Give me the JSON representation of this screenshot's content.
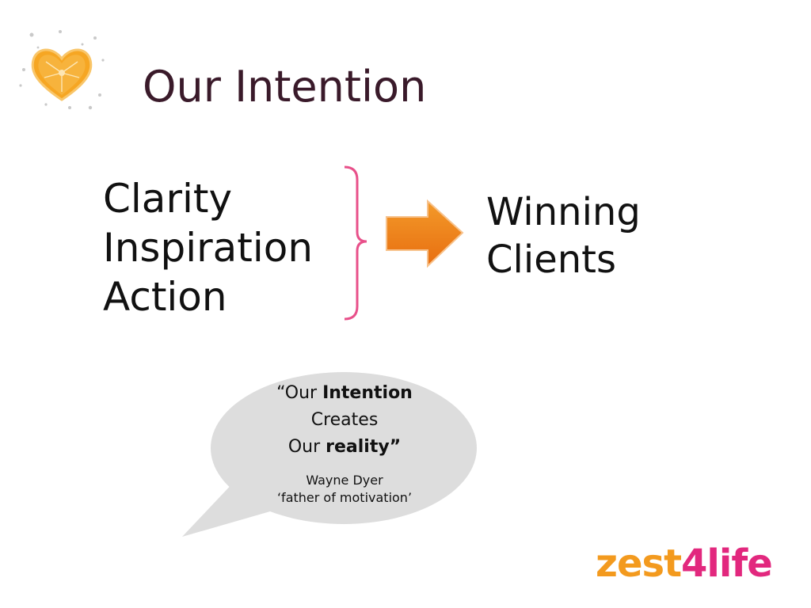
{
  "slide": {
    "title": "Our Intention",
    "left_items": [
      "Clarity",
      "Inspiration",
      "Action"
    ],
    "right_text": [
      "Winning",
      "Clients"
    ],
    "quote": {
      "open": "“Our ",
      "bold1": "Intention",
      "line2": "Creates",
      "line3_pre": "Our ",
      "bold2": "reality”",
      "author": "Wayne Dyer",
      "author_title": "‘father of motivation’"
    },
    "brand": {
      "part1": "zest",
      "part2": "4life"
    }
  },
  "colors": {
    "title": "#3a1a2a",
    "brace": "#e8508a",
    "arrow": "#ee7f1a",
    "bubble": "#dddddd",
    "brand_orange": "#f39a1e",
    "brand_pink": "#e2287e"
  },
  "icons": {
    "logo": "orange-heart-icon",
    "arrow": "right-arrow-icon"
  }
}
